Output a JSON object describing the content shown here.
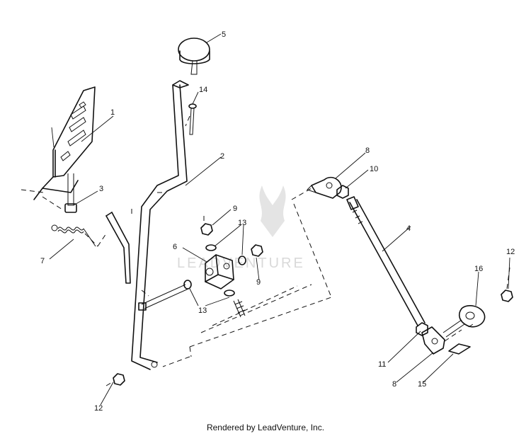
{
  "callouts": [
    "1",
    "2",
    "3",
    "4",
    "5",
    "6",
    "7",
    "8",
    "8",
    "9",
    "9",
    "10",
    "11",
    "12",
    "12",
    "13",
    "13",
    "14",
    "15",
    "16"
  ],
  "watermark": {
    "logo_text": "LEADVENTURE"
  },
  "footer": {
    "credit": "Rendered by LeadVenture, Inc."
  }
}
